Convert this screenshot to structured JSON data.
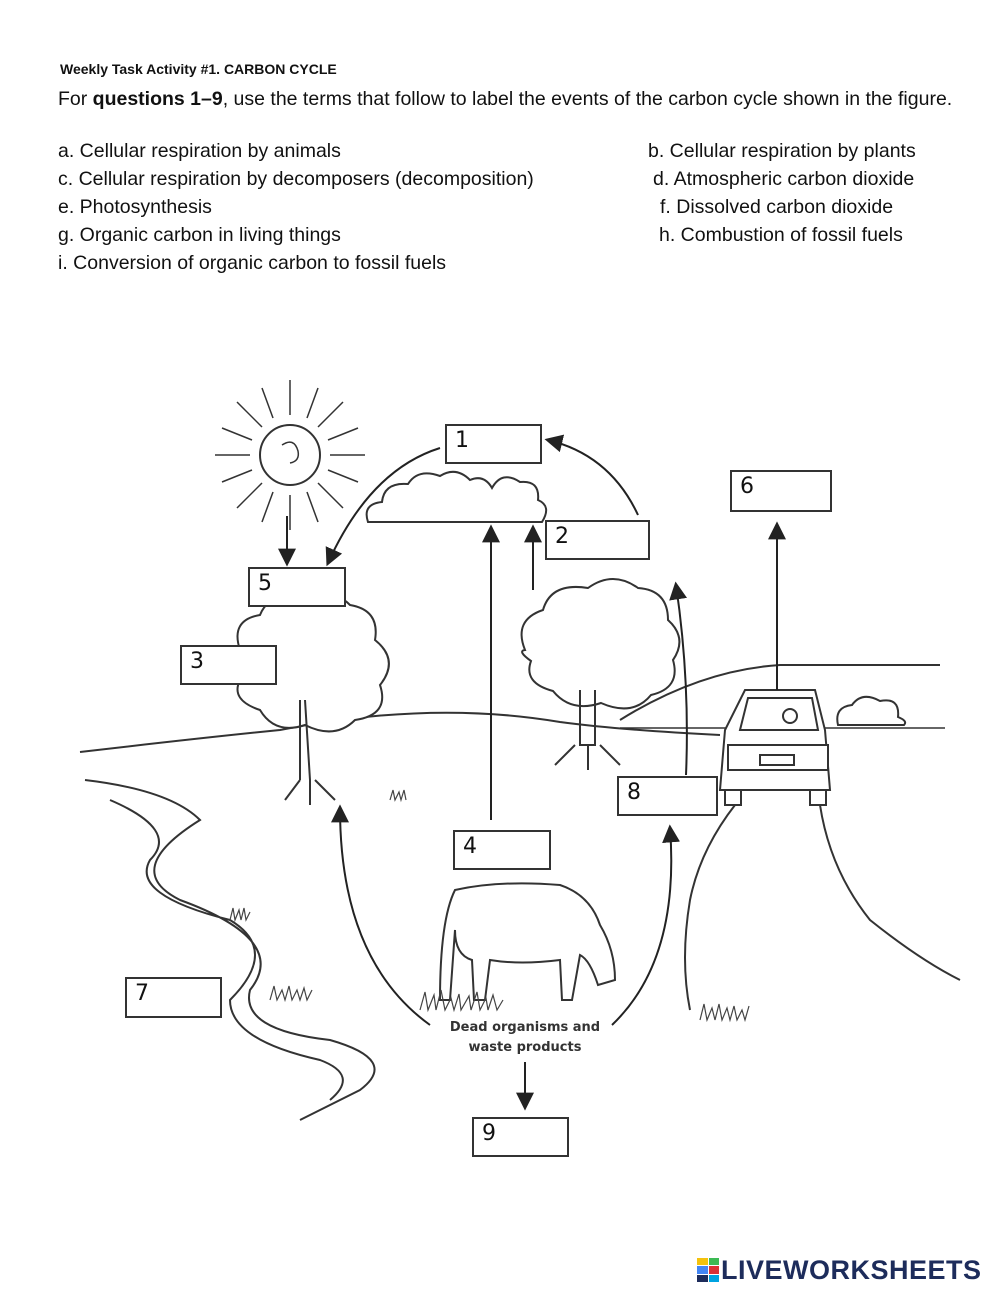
{
  "header": {
    "title": "Weekly Task Activity #1. CARBON CYCLE",
    "intro_prefix": "For ",
    "intro_bold": "questions 1–9",
    "intro_suffix": ", use the terms that follow to label the events of the carbon cycle shown in the figure."
  },
  "options": [
    {
      "text": "a. Cellular respiration by animals"
    },
    {
      "text": "b. Cellular respiration by plants"
    },
    {
      "text": "c. Cellular respiration by decomposers (decomposition)"
    },
    {
      "text": "d. Atmospheric carbon dioxide"
    },
    {
      "text": "e. Photosynthesis"
    },
    {
      "text": "f. Dissolved carbon dioxide"
    },
    {
      "text": "g. Organic carbon in living things"
    },
    {
      "text": "h. Combustion of fossil fuels"
    },
    {
      "text": "i. Conversion of organic carbon to fossil fuels"
    }
  ],
  "diagram": {
    "boxes": [
      {
        "number": "1",
        "value": ""
      },
      {
        "number": "2",
        "value": ""
      },
      {
        "number": "3",
        "value": ""
      },
      {
        "number": "4",
        "value": ""
      },
      {
        "number": "5",
        "value": ""
      },
      {
        "number": "6",
        "value": ""
      },
      {
        "number": "7",
        "value": ""
      },
      {
        "number": "8",
        "value": ""
      },
      {
        "number": "9",
        "value": ""
      }
    ],
    "caption_line1": "Dead organisms and",
    "caption_line2": "waste products"
  },
  "footer": {
    "brand": "LIVEWORKSHEETS",
    "icon": "liveworksheets-logo-icon",
    "colors": {
      "brand_text": "#1d2c5b",
      "blocks": [
        "#f4c20d",
        "#3cba54",
        "#4285f4",
        "#db3236",
        "#1d2c5b",
        "#00a3e0"
      ]
    }
  }
}
